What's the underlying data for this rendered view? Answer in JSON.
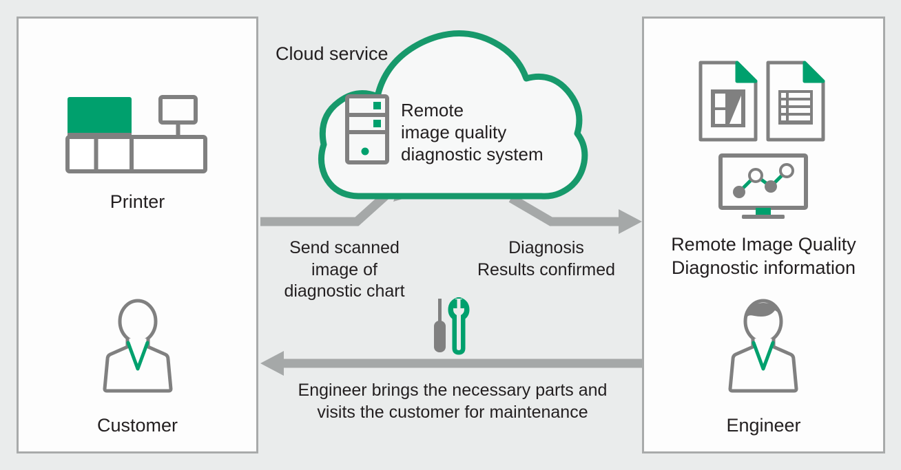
{
  "theme": {
    "background": "#eaecec",
    "panel_fill": "#fdfdfd",
    "panel_border": "#a8aaaa",
    "gray": "#808080",
    "arrow_gray": "#a5a8a8",
    "green": "#00a06d",
    "text": "#231f20"
  },
  "panels": {
    "customer": {
      "printer_label": "Printer",
      "person_label": "Customer",
      "printer_icon": "printer-icon",
      "person_icon": "customer-person-icon"
    },
    "engineer": {
      "info_label": "Remote Image Quality\nDiagnostic information",
      "person_label": "Engineer",
      "docs_icon": "documents-icon",
      "monitor_icon": "monitor-chart-icon",
      "person_icon": "engineer-person-icon"
    }
  },
  "cloud": {
    "title": "Cloud service",
    "system_label": "Remote\nimage quality\ndiagnostic system",
    "server_icon": "server-tower-icon"
  },
  "flows": {
    "send": "Send scanned\nimage of\ndiagnostic chart",
    "diagnosis": "Diagnosis\nResults confirmed",
    "visit": "Engineer brings the necessary parts and\nvisits the customer for maintenance",
    "tools_icon": "screwdriver-wrench-icon"
  }
}
